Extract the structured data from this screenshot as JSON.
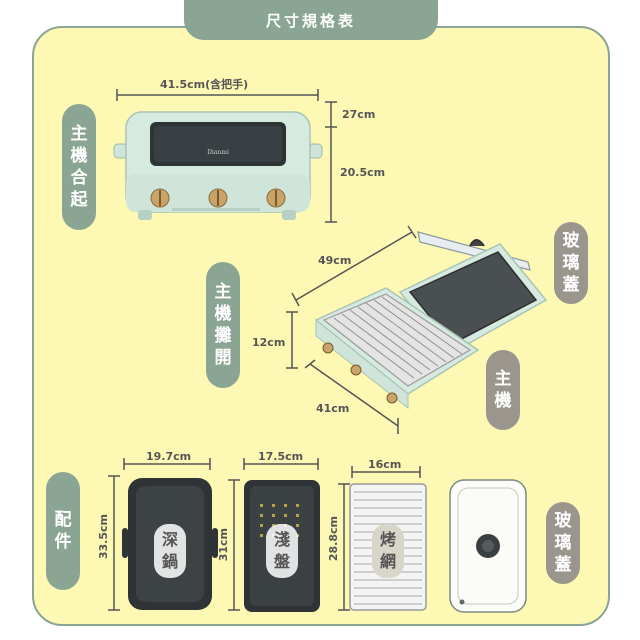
{
  "title": "尺寸規格表",
  "labels": {
    "closed": [
      "主",
      "機",
      "合",
      "起"
    ],
    "open": [
      "主",
      "機",
      "攤",
      "開"
    ],
    "accessories": [
      "配",
      "件"
    ],
    "glass_lid_top": [
      "玻",
      "璃",
      "蓋"
    ],
    "main_unit": [
      "主",
      "機"
    ],
    "glass_lid_bottom": [
      "玻",
      "璃",
      "蓋"
    ]
  },
  "closed_dims": {
    "width": "41.5cm(含把手)",
    "depth": "27cm",
    "height": "20.5cm"
  },
  "open_dims": {
    "length": "49cm",
    "height": "12cm",
    "width": "41cm"
  },
  "accessories": [
    {
      "name": [
        "深",
        "鍋"
      ],
      "width": "19.7cm",
      "height": "33.5cm"
    },
    {
      "name": [
        "淺",
        "盤"
      ],
      "width": "17.5cm",
      "height": "31cm"
    },
    {
      "name": [
        "烤",
        "網"
      ],
      "width": "16cm",
      "height": "28.8cm"
    }
  ],
  "brand": "Dianmi",
  "colors": {
    "panel": "#fdf8b3",
    "accent": "#8aa593",
    "mint": "#cfe5da",
    "gold": "#c9a46a"
  }
}
